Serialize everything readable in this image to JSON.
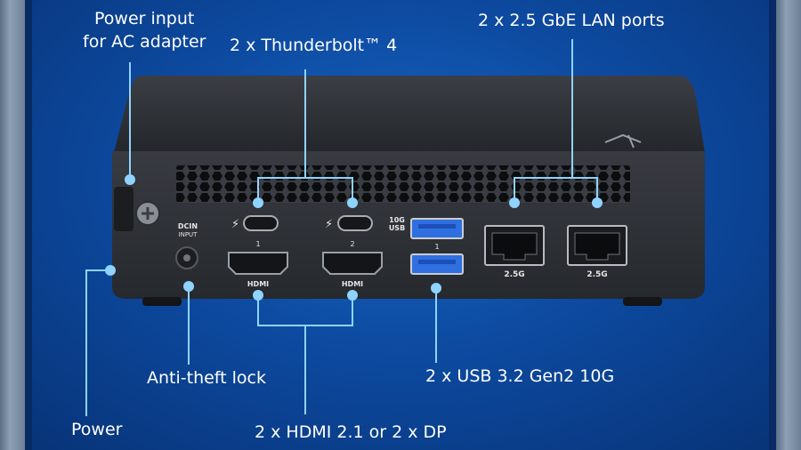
{
  "labels": {
    "power_input_line1": "Power input",
    "power_input_line2": "for AC adapter",
    "thunderbolt": "2 x Thunderbolt™ 4",
    "lan": "2 x 2.5 GbE LAN ports",
    "anti_theft": "Anti-theft lock",
    "usb": "2 x USB 3.2 Gen2 10G",
    "power": "Power",
    "hdmi": "2 x HDMI 2.1 or 2 x DP"
  },
  "device_text": {
    "dcin_line1": "DCIN",
    "dcin_line2": "INPUT",
    "tb_port_1": "1",
    "tb_port_2": "2",
    "usb_speed_line1": "10G",
    "usb_speed_line2": "USB",
    "usb_port_1": "1",
    "hdmi_logo": "HDMI",
    "lan_speed": "2.5G"
  },
  "colors": {
    "background": "#0d4aa0",
    "callout": "#8fd3ff",
    "device": "#2d3035",
    "usb_blue": "#2f6fe0"
  }
}
